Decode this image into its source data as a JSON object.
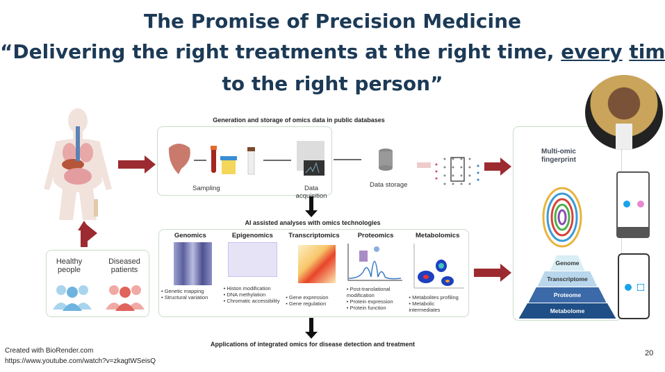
{
  "slide": {
    "title": "The Promise of Precision Medicine",
    "quote_part1": "“Delivering the right treatments at the right time, ",
    "quote_every": "every",
    "quote_space": " ",
    "quote_time": "time",
    "quote_part2": ",",
    "quote_line3": "to the right person”",
    "page_number": "20"
  },
  "diagram": {
    "top_caption": "Generation and storage of omics data in public databases",
    "steps": [
      "Sampling",
      "Data acquisition",
      "Data storage"
    ],
    "middle_caption": "AI assisted analyses with omics technologies",
    "bottom_caption": "Applications of integrated omics for disease  detection and treatment",
    "groups": [
      "Healthy people",
      "Diseased patients"
    ],
    "omics": [
      {
        "title": "Genomics",
        "items": [
          "Genetic mapping",
          "Structural variation"
        ]
      },
      {
        "title": "Epigenomics",
        "items": [
          "Histon modification",
          "DNA methylation",
          "Chromatic accessibility"
        ]
      },
      {
        "title": "Transcriptomics",
        "items": [
          "Gene expression",
          "Gene regulation"
        ]
      },
      {
        "title": "Proteomics",
        "items": [
          "Post-translational modification",
          "Protein expression",
          "Protein function"
        ]
      },
      {
        "title": "Metabolomics",
        "items": [
          "Metabolites profiling",
          "Metabolic intermediates"
        ]
      }
    ],
    "fingerprint_title": "Multi-omic fingerprint",
    "pyramid": [
      "Genome",
      "Transcriptome",
      "Proteome",
      "Metabolome"
    ],
    "colors": {
      "arrow": "#9b2b30",
      "title": "#1c3a56",
      "pyramid": [
        "#d8edf4",
        "#b9d7ec",
        "#3c6aa8",
        "#1f4f86"
      ]
    }
  },
  "footer": {
    "credit": "Created with BioRender.com",
    "url": "https://www.youtube.com/watch?v=zkagtWSeisQ"
  }
}
